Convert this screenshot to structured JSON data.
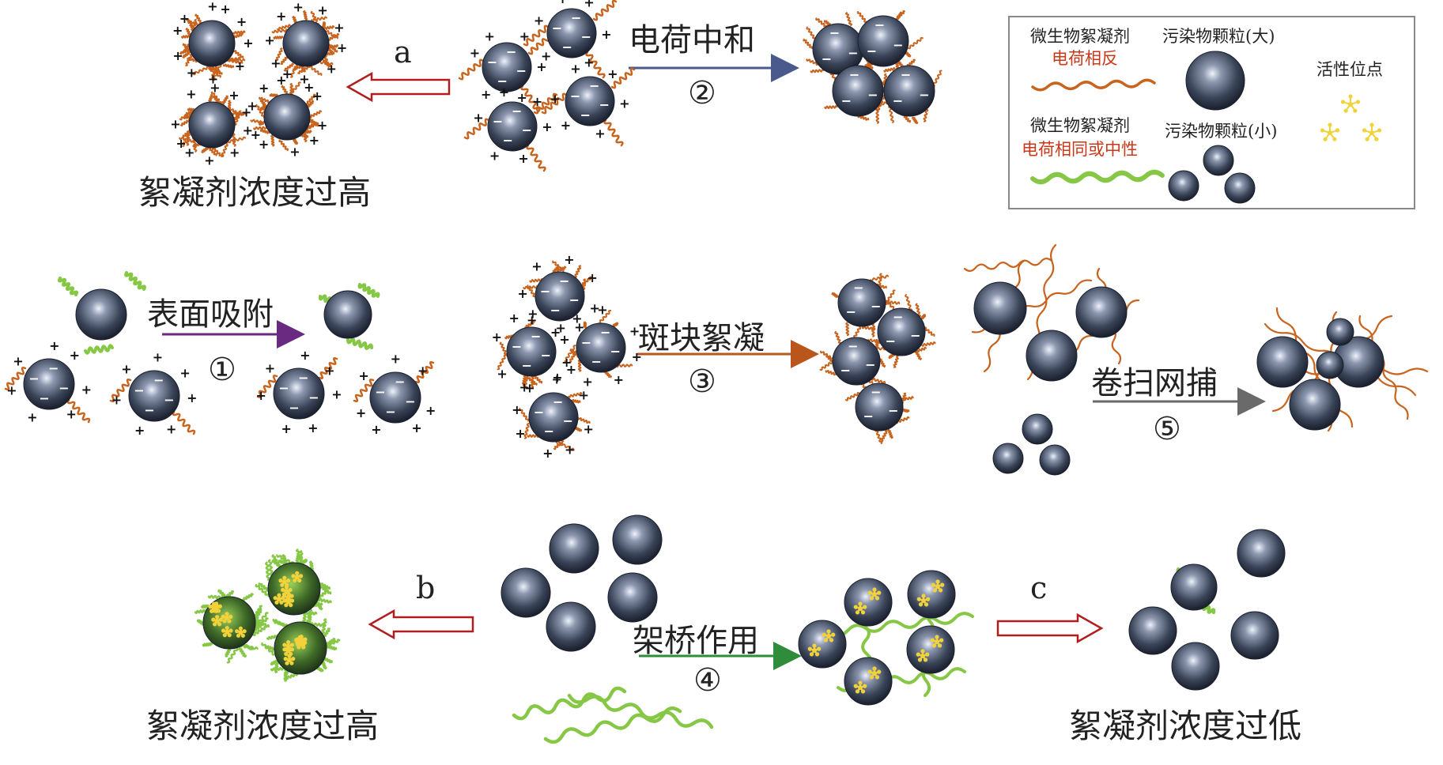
{
  "labels": {
    "charge_neutralization": "电荷中和",
    "surface_adsorption": "表面吸附",
    "patch_flocculation": "斑块絮凝",
    "bridging": "架桥作用",
    "sweep_flocculation": "卷扫网捕",
    "too_high_a": "絮凝剂浓度过高",
    "too_high_b": "絮凝剂浓度过高",
    "too_low_c": "絮凝剂浓度过低"
  },
  "step_numbers": {
    "one": "①",
    "two": "②",
    "three": "③",
    "four": "④",
    "five": "⑤"
  },
  "route_letters": {
    "a": "a",
    "b": "b",
    "c": "c"
  },
  "legend": {
    "flocculant_opposite_title": "微生物絮凝剂",
    "flocculant_opposite_sub": "电荷相反",
    "flocculant_same_title": "微生物絮凝剂",
    "flocculant_same_sub": "电荷相同或中性",
    "pollutant_large": "污染物颗粒(大)",
    "pollutant_small": "污染物颗粒(小)",
    "active_site": "活性位点"
  },
  "colors": {
    "particle_dark": "#2c3446",
    "particle_light": "#d6dcea",
    "fiber_orange": "#c8641e",
    "fiber_green": "#86c846",
    "arrow_blue": "#4a5a8c",
    "arrow_purple": "#6a2a82",
    "arrow_orange": "#b8561c",
    "arrow_green": "#2e8c3a",
    "arrow_gray": "#6a6a6a",
    "hollow_arrow": "#b01e1e",
    "active_site": "#f2d23a",
    "legend_red_text": "#c8381a"
  },
  "icons": {
    "charge_plus": "plus-sign",
    "charge_minus": "minus-sign",
    "active_site": "yellow-star-cluster"
  }
}
